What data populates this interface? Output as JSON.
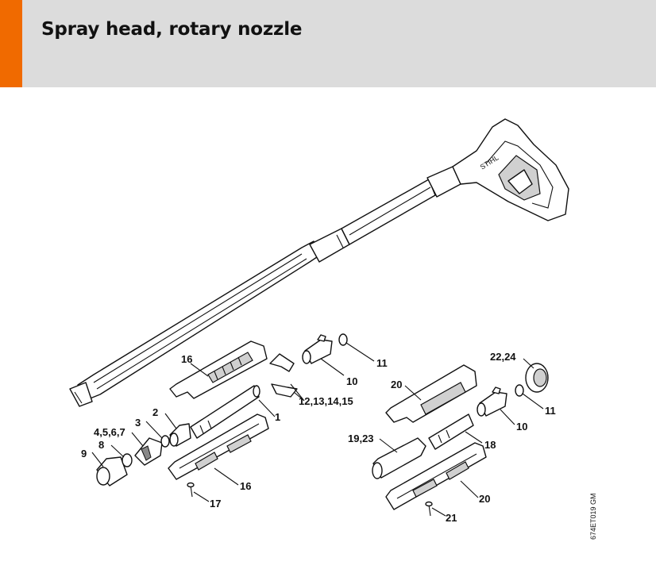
{
  "header": {
    "title": "Spray head, rotary nozzle",
    "accent_color": "#f06a00",
    "background_color": "#dcdcdc"
  },
  "brand_mark": "STIHL",
  "drawing_code": "674ET019 GM",
  "callouts": {
    "c1": "1",
    "c2": "2",
    "c3": "3",
    "c4567": "4,5,6,7",
    "c8": "8",
    "c9": "9",
    "c10a": "10",
    "c10b": "10",
    "c11a": "11",
    "c11b": "11",
    "c12131415": "12,13,14,15",
    "c16a": "16",
    "c16b": "16",
    "c17": "17",
    "c18": "18",
    "c1923": "19,23",
    "c20a": "20",
    "c20b": "20",
    "c21": "21",
    "c2224": "22,24"
  }
}
